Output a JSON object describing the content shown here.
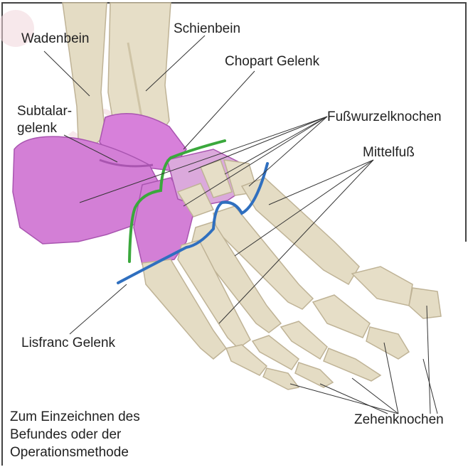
{
  "labels": {
    "wadenbein": "Wadenbein",
    "schienbein": "Schienbein",
    "chopart": "Chopart Gelenk",
    "subtalar_1": "Subtalar-",
    "subtalar_2": "gelenk",
    "fusswurzel": "Fußwurzelknochen",
    "mittelfuss": "Mittelfuß",
    "lisfranc": "Lisfranc Gelenk",
    "zehen": "Zehenknochen"
  },
  "note": {
    "line1": "Zum Einzeichnen des",
    "line2": "Befundes oder der",
    "line3": "Operationsmethode"
  },
  "colors": {
    "bone": "#e4dcc4",
    "bone_shade": "#bfb396",
    "tarsal": "#d37fd6",
    "tarsal_shade": "#a955b0",
    "chopart_line": "#3aa83c",
    "lisfranc_line": "#2f6fbf",
    "frame": "#444444",
    "watermark": "#f2d6dc"
  }
}
